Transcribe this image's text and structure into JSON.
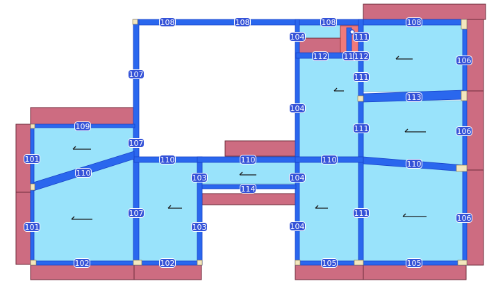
{
  "colors": {
    "background": "#ffffff",
    "slab_fill": "#99e3fb",
    "beam_fill": "#2a67ee",
    "beam_dark": "#1742c8",
    "wall_fill": "#cd6c81",
    "wall_stroke": "#6d2b3a",
    "label_fill": "#3553d8",
    "label_stroke": "#ffffff",
    "label_text": "#ffffff",
    "column_fill": "#f3e7be",
    "highlight_fill": "#f07a7a"
  },
  "beam_labels": {
    "b108a": "108",
    "b108b": "108",
    "b108c": "108",
    "b108d": "108",
    "b107a": "107",
    "b107b": "107",
    "b107c": "107",
    "b104a": "104",
    "b104b": "104",
    "b104c": "104",
    "b104d": "104",
    "b111a": "111",
    "b111b": "111",
    "b111c": "111",
    "b111d": "111",
    "b112a": "112",
    "b112b": "112",
    "b112c": "112",
    "b106a": "106",
    "b106b": "106",
    "b106c": "106",
    "b113": "113",
    "b109": "109",
    "b101a": "101",
    "b101b": "101",
    "b110a": "110",
    "b110b": "110",
    "b110c": "110",
    "b110d": "110",
    "b110e": "110",
    "b103a": "103",
    "b103b": "103",
    "b114": "114",
    "b102a": "102",
    "b102b": "102",
    "b105a": "105",
    "b105b": "105"
  },
  "icons": {
    "slab_direction": "span-direction-arrow-icon"
  }
}
